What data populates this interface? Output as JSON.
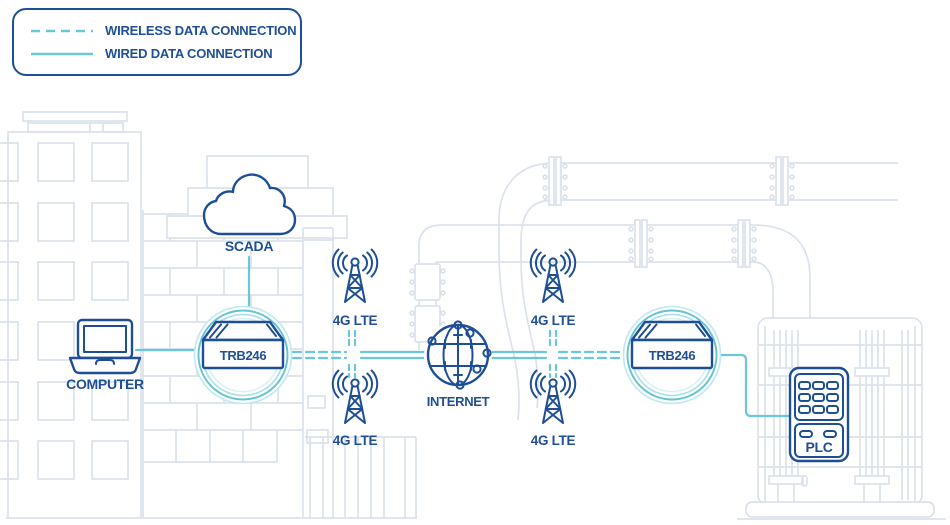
{
  "legend": {
    "items": [
      {
        "label": "WIRELESS DATA CONNECTION",
        "style": "dashed"
      },
      {
        "label": "WIRED DATA CONNECTION",
        "style": "solid"
      }
    ]
  },
  "nodes": {
    "computer": {
      "label": "COMPUTER"
    },
    "scada": {
      "label": "SCADA"
    },
    "router_left": {
      "label": "TRB246"
    },
    "router_right": {
      "label": "TRB246"
    },
    "internet": {
      "label": "INTERNET"
    },
    "plc": {
      "label": "PLC"
    },
    "tower_top_left": {
      "label": "4G LTE"
    },
    "tower_bottom_left": {
      "label": "4G LTE"
    },
    "tower_top_right": {
      "label": "4G LTE"
    },
    "tower_bottom_right": {
      "label": "4G LTE"
    }
  },
  "colors": {
    "navy": "#1e4f96",
    "teal": "#69c7d7",
    "background_gray": "#dbe2ec"
  }
}
